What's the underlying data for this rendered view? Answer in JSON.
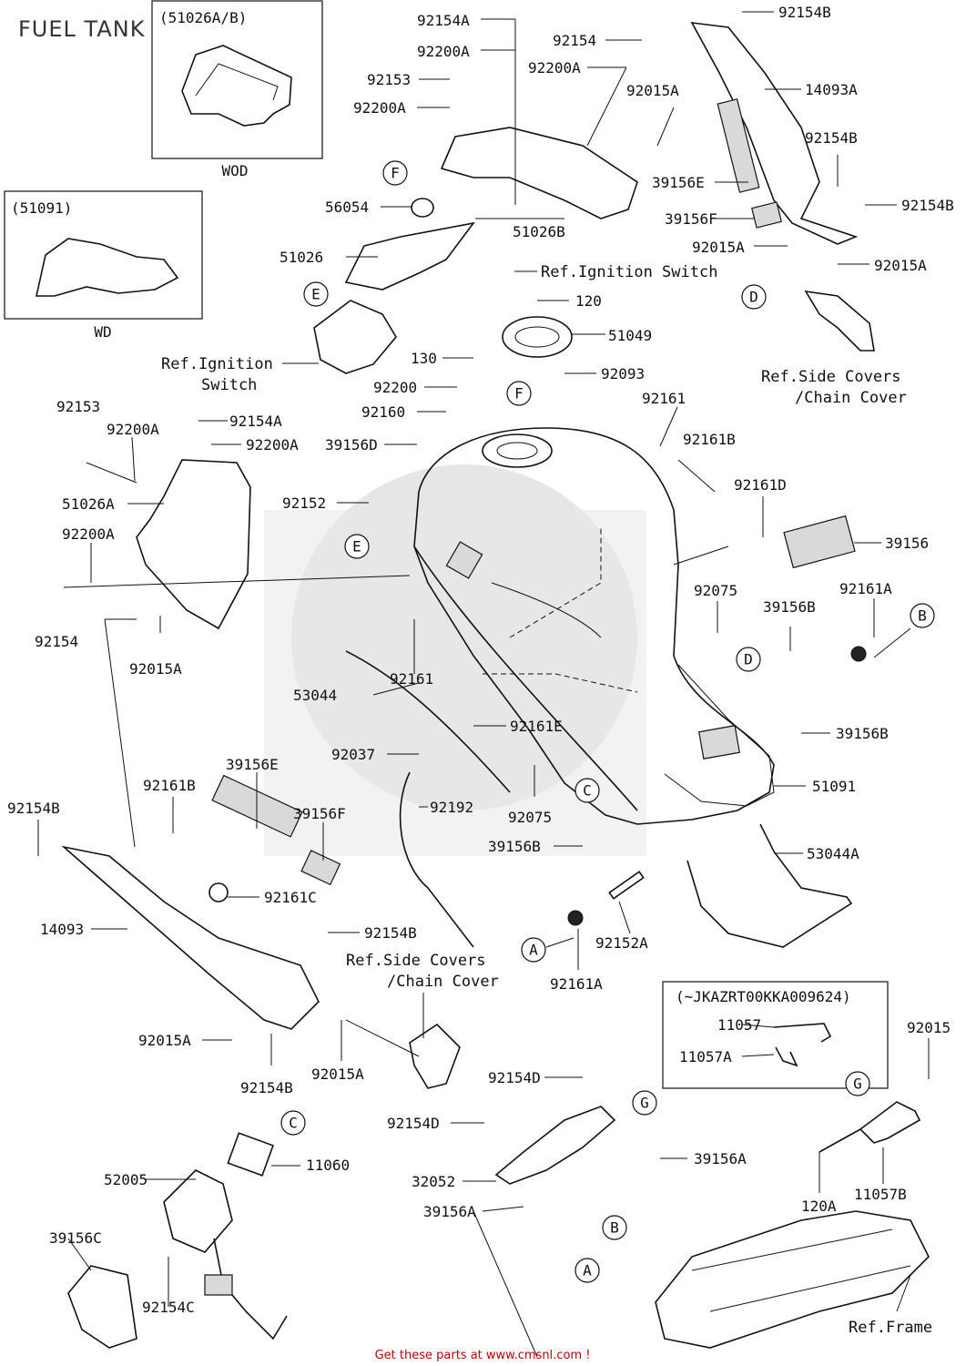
{
  "title": "FUEL TANK",
  "variants": {
    "wod": {
      "code": "(51026A/B)",
      "caption": "WOD"
    },
    "wd": {
      "code": "(51091)",
      "caption": "WD"
    },
    "serial": {
      "code": "(~JKAZRT00KKA009624)"
    }
  },
  "parts": {
    "p92154A_top": "92154A",
    "p92200A_top": "92200A",
    "p92154_top": "92154",
    "p92200A_top2": "92200A",
    "p92153_top": "92153",
    "p92200A_top3": "92200A",
    "p92015A_top": "92015A",
    "p92154B_top": "92154B",
    "p14093A": "14093A",
    "p92154B_r1": "92154B",
    "p39156E_top": "39156E",
    "p92154B_r2": "92154B",
    "p39156F_top": "39156F",
    "p92015A_r1": "92015A",
    "p92015A_r2": "92015A",
    "p56054": "56054",
    "p51026B": "51026B",
    "p51026": "51026",
    "p120": "120",
    "p51049": "51049",
    "p92093": "92093",
    "p130": "130",
    "p92200": "92200",
    "p92160": "92160",
    "p39156D": "39156D",
    "p92161_top": "92161",
    "p92161B_top": "92161B",
    "p92161D": "92161D",
    "p39156": "39156",
    "p92153_l": "92153",
    "p92154A_l": "92154A",
    "p92200A_l1": "92200A",
    "p92200A_l2": "92200A",
    "p51026A": "51026A",
    "p92200A_l3": "92200A",
    "p92152": "92152",
    "p92154_l": "92154",
    "p92015A_l": "92015A",
    "p92075_r": "92075",
    "p39156B_r": "39156B",
    "p92161A_r": "92161A",
    "p92161_mid": "92161",
    "p53044": "53044",
    "p92161E": "92161E",
    "p39156B_r2": "39156B",
    "p92037": "92037",
    "p51091": "51091",
    "p39156E_l": "39156E",
    "p92192": "92192",
    "p92075_mid": "92075",
    "p92161B_l": "92161B",
    "p92154B_l": "92154B",
    "p39156F_l": "39156F",
    "p39156B_mid": "39156B",
    "p53044A": "53044A",
    "p92161C": "92161C",
    "p14093": "14093",
    "p92154B_mid": "92154B",
    "p92152A": "92152A",
    "p92161A_b": "92161A",
    "p92015A_b1": "92015A",
    "p92154B_b": "92154B",
    "p92015A_b2": "92015A",
    "p11057": "11057",
    "p11057A": "11057A",
    "p92015": "92015",
    "p92154D_1": "92154D",
    "p92154D_2": "92154D",
    "p39156A_1": "39156A",
    "p32052": "32052",
    "p39156A_2": "39156A",
    "p120A": "120A",
    "p11057B": "11057B",
    "p52005": "52005",
    "p11060": "11060",
    "p39156C": "39156C",
    "p92154C": "92154C"
  },
  "refs": {
    "ignition_top": "Ref.Ignition Switch",
    "ignition_left_1": "Ref.Ignition",
    "ignition_left_2": "Switch",
    "side_covers_r1": "Ref.Side Covers",
    "side_covers_r2": "/Chain Cover",
    "side_covers_b1": "Ref.Side Covers",
    "side_covers_b2": "/Chain Cover",
    "frame": "Ref.Frame"
  },
  "callouts": {
    "F1": "F",
    "F2": "F",
    "E1": "E",
    "E2": "E",
    "D1": "D",
    "D2": "D",
    "B1": "B",
    "B2": "B",
    "C1": "C",
    "C2": "C",
    "A1": "A",
    "A2": "A",
    "G1": "G",
    "G2": "G"
  },
  "footer": "Get these parts at www.cmsnl.com !"
}
